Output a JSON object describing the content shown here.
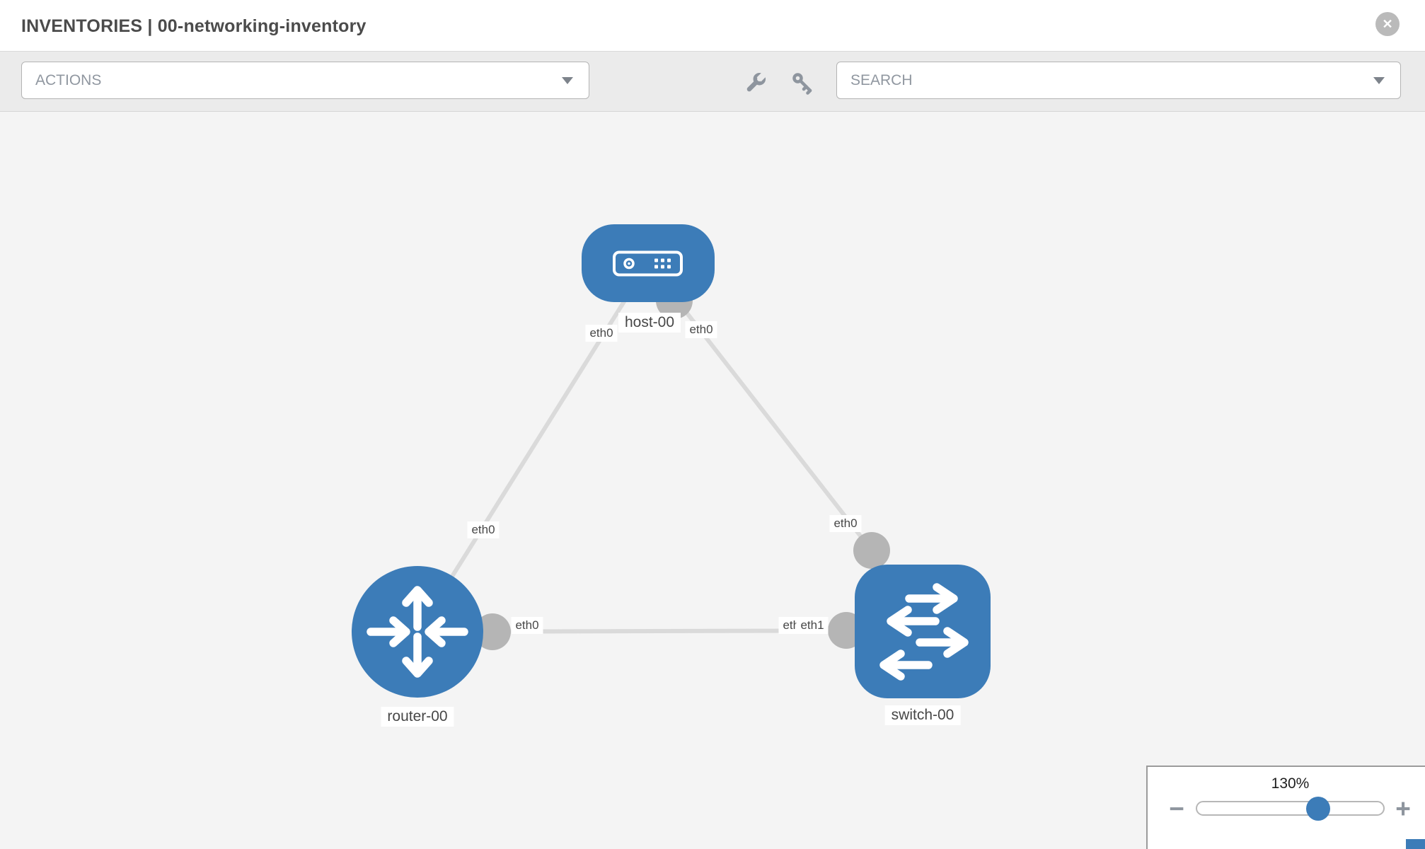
{
  "header": {
    "title": "INVENTORIES | 00-networking-inventory",
    "close_glyph": "✕"
  },
  "toolbar": {
    "actions_label": "ACTIONS",
    "search_label": "SEARCH",
    "icons": [
      "wrench-icon",
      "key-icon"
    ]
  },
  "topology": {
    "nodes": [
      {
        "id": "host-00",
        "type": "host",
        "label": "host-00"
      },
      {
        "id": "router-00",
        "type": "router",
        "label": "router-00"
      },
      {
        "id": "switch-00",
        "type": "switch",
        "label": "switch-00"
      }
    ],
    "links": [
      {
        "from": "host-00",
        "to": "router-00",
        "from_interface": "eth0",
        "to_interface": "eth0"
      },
      {
        "from": "host-00",
        "to": "switch-00",
        "from_interface": "eth0",
        "to_interface": "eth0"
      },
      {
        "from": "router-00",
        "to": "switch-00",
        "from_interface": "eth0",
        "to_interface": "eth1",
        "to_interface_overlapped": "eth0"
      }
    ]
  },
  "zoom_control": {
    "level": "130%",
    "minus_glyph": "−",
    "plus_glyph": "+"
  },
  "colors": {
    "node_blue": "#3c7cb8",
    "port_gray": "#b5b5b5",
    "link_gray": "#dadada"
  }
}
